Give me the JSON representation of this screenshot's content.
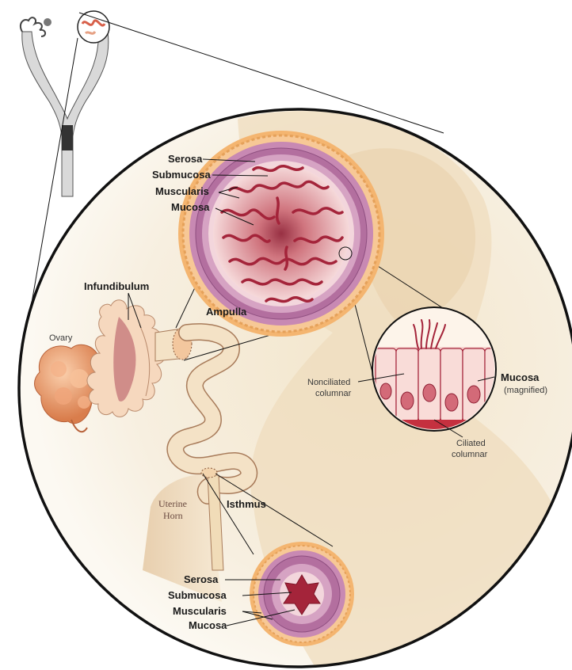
{
  "labels": {
    "upper_section": {
      "serosa": "Serosa",
      "submucosa": "Submucosa",
      "muscularis": "Muscularis",
      "mucosa": "Mucosa"
    },
    "infundibulum": "Infundibulum",
    "ampulla": "Ampulla",
    "ovary": "Ovary",
    "uterine_horn_line1": "Uterine",
    "uterine_horn_line2": "Horn",
    "isthmus": "Isthmus",
    "magnified": {
      "nonciliated_line1": "Nonciliated",
      "nonciliated_line2": "columnar",
      "mucosa": "Mucosa",
      "mucosa_note": "(magnified)",
      "ciliated_line1": "Ciliated",
      "ciliated_line2": "columnar"
    },
    "lower_section": {
      "serosa": "Serosa",
      "submucosa": "Submucosa",
      "muscularis": "Muscularis",
      "mucosa": "Mucosa"
    }
  },
  "colors": {
    "background_tissue": "#f3e8d2",
    "serosa_ring": "#f2b872",
    "muscularis": "#b9739f",
    "mucosa_folds": "#a4243a",
    "lumen": "#e8c2c0",
    "ovary": "#e99a68",
    "tube_outline": "#a87b5a"
  }
}
